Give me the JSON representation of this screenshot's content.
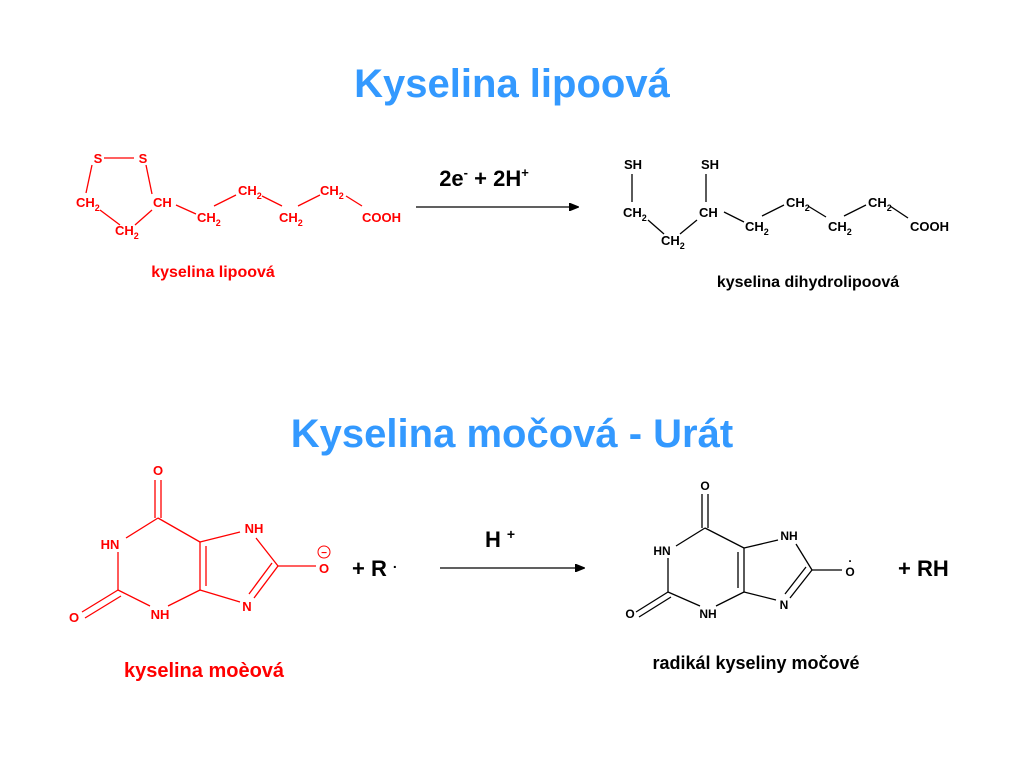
{
  "slide": {
    "title1": "Kyselina lipoová",
    "title2": "Kyselina močová - Urát"
  },
  "colors": {
    "title": "#3399ff",
    "reactant": "#ff0000",
    "product": "#000000"
  },
  "lipoic": {
    "atom_s": "S",
    "atom_ch": "CH",
    "atom_ch2": "CH",
    "sub2": "2",
    "cooh": "COOH",
    "caption": "kyselina lipoová"
  },
  "reaction1": {
    "coef_e": "2e",
    "sup_minus": "-",
    "plus": " + ",
    "coef_h": "2H",
    "sup_plus": "+"
  },
  "dihydrolipoic": {
    "atom_sh": "SH",
    "atom_ch": "CH",
    "atom_ch2": "CH",
    "sub2": "2",
    "cooh": "COOH",
    "caption": "kyselina dihydrolipoová"
  },
  "uric": {
    "atom_o": "O",
    "atom_hn": "HN",
    "atom_nh": "NH",
    "atom_n": "N",
    "charge_minus": "−",
    "caption": "kyselina moèová"
  },
  "reaction2": {
    "reagent": "+ R",
    "radical_dot": ".",
    "condition": "H",
    "condition_sup": "+",
    "byproduct": "+ RH"
  },
  "radical": {
    "atom_o": "O",
    "atom_hn": "HN",
    "atom_nh": "NH",
    "atom_n": "N",
    "radical_dot": ".",
    "caption": "radikál kyseliny močové"
  }
}
